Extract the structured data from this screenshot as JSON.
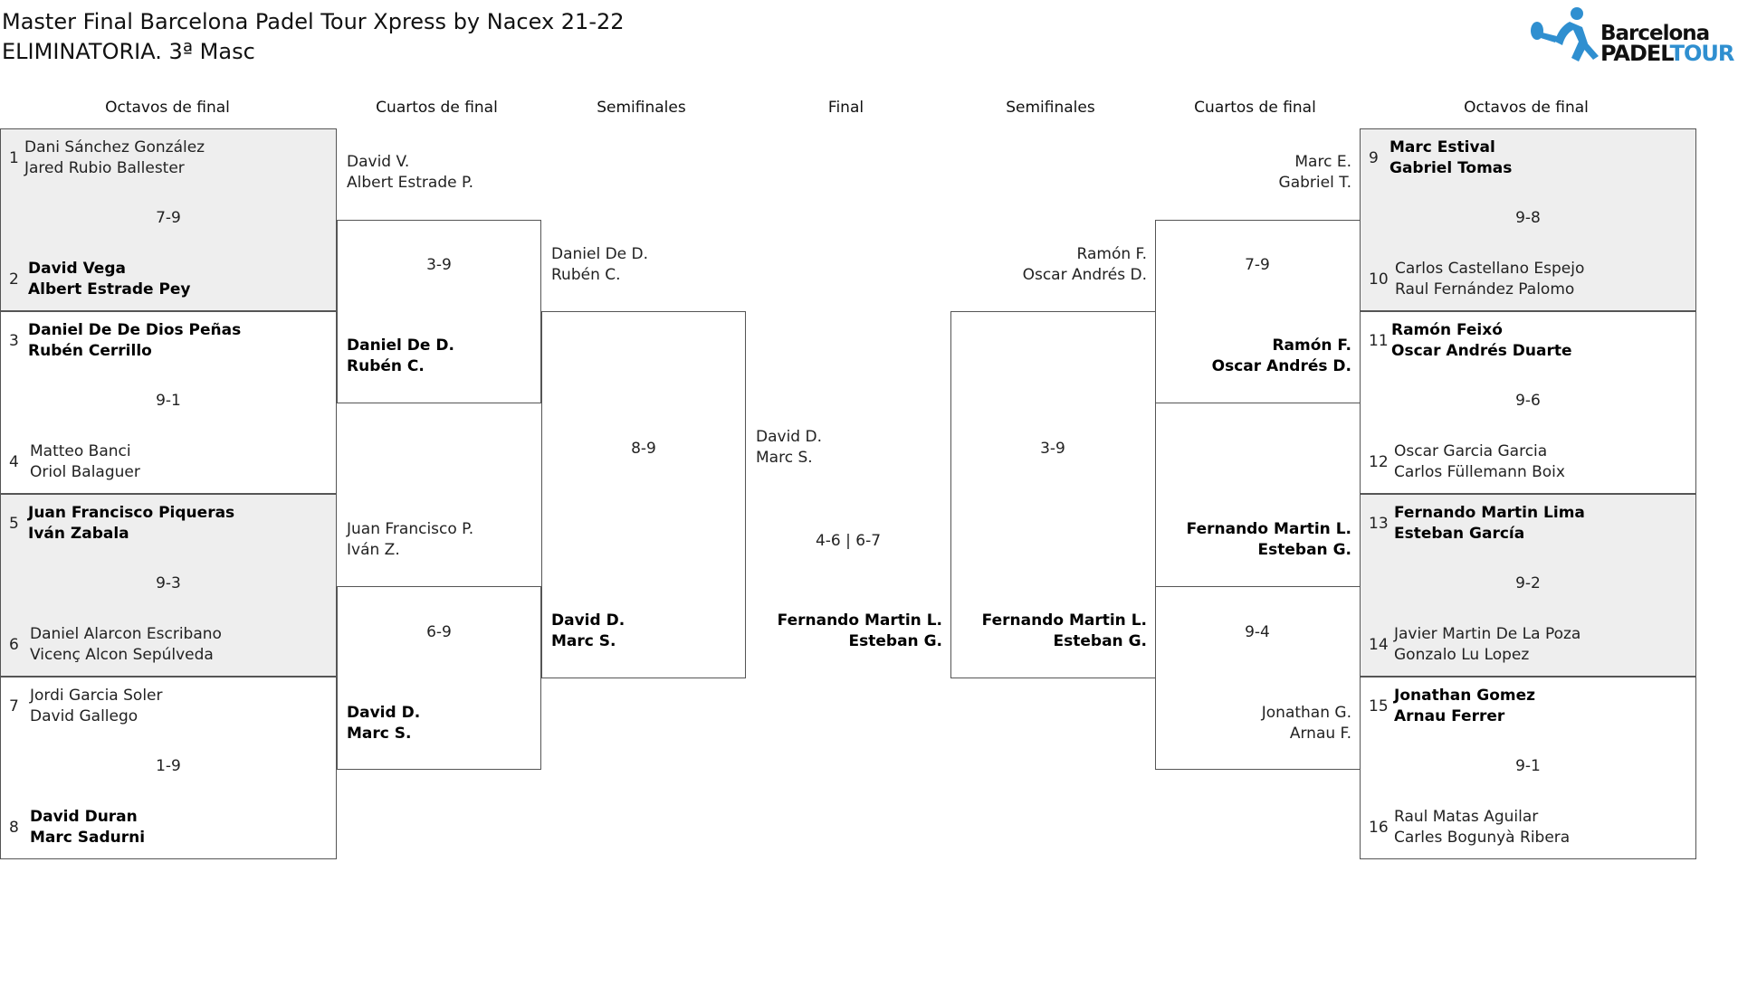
{
  "title_line1": "Master Final Barcelona Padel Tour Xpress by Nacex 21-22",
  "title_line2": "ELIMINATORIA. 3ª Masc",
  "logo": {
    "line1": "Barcelona",
    "line2a": "PADEL",
    "line2b": "TOUR",
    "icon": "padel-player-icon",
    "accent": "#2f8fd0"
  },
  "headers": {
    "left_octavos": "Octavos de final",
    "left_cuartos": "Cuartos de final",
    "left_semis": "Semifinales",
    "final": "Final",
    "right_semis": "Semifinales",
    "right_cuartos": "Cuartos de final",
    "right_octavos": "Octavos de final"
  },
  "left_octavos": [
    {
      "seed_a": "1",
      "a1": "Dani Sánchez González",
      "a2": "Jared Rubio Ballester",
      "score": "7-9",
      "seed_b": "2",
      "b1": "David Vega",
      "b2": "Albert Estrade Pey"
    },
    {
      "seed_a": "3",
      "a1": "Daniel De De Dios Peñas",
      "a2": "Rubén Cerrillo",
      "score": "9-1",
      "seed_b": "4",
      "b1": "Matteo Banci",
      "b2": "Oriol Balaguer"
    },
    {
      "seed_a": "5",
      "a1": "Juan Francisco Piqueras",
      "a2": "Iván Zabala",
      "score": "9-3",
      "seed_b": "6",
      "b1": "Daniel Alarcon Escribano",
      "b2": "Vicenç Alcon Sepúlveda"
    },
    {
      "seed_a": "7",
      "a1": "Jordi Garcia Soler",
      "a2": "David Gallego",
      "score": "1-9",
      "seed_b": "8",
      "b1": "David Duran",
      "b2": "Marc Sadurni"
    }
  ],
  "right_octavos": [
    {
      "seed_a": "9",
      "a1": "Marc Estival",
      "a2": "Gabriel Tomas",
      "score": "9-8",
      "seed_b": "10",
      "b1": "Carlos Castellano Espejo",
      "b2": "Raul Fernández Palomo"
    },
    {
      "seed_a": "11",
      "a1": "Ramón Feixó",
      "a2": "Oscar Andrés Duarte",
      "score": "9-6",
      "seed_b": "12",
      "b1": "Oscar Garcia Garcia",
      "b2": "Carlos Füllemann Boix"
    },
    {
      "seed_a": "13",
      "a1": "Fernando Martin Lima",
      "a2": "Esteban García",
      "score": "9-2",
      "seed_b": "14",
      "b1": "Javier Martin De La Poza",
      "b2": "Gonzalo Lu Lopez"
    },
    {
      "seed_a": "15",
      "a1": "Jonathan Gomez",
      "a2": "Arnau Ferrer",
      "score": "9-1",
      "seed_b": "16",
      "b1": "Raul Matas Aguilar",
      "b2": "Carles Bogunyà Ribera"
    }
  ],
  "left_cuartos": [
    {
      "a1": "David V.",
      "a2": "Albert Estrade P.",
      "score": "3-9",
      "b1": "Daniel De D.",
      "b2": "Rubén C."
    },
    {
      "a1": "Juan Francisco P.",
      "a2": "Iván Z.",
      "score": "6-9",
      "b1": "David D.",
      "b2": "Marc S."
    }
  ],
  "right_cuartos": [
    {
      "a1": "Marc E.",
      "a2": "Gabriel T.",
      "score": "7-9",
      "b1": "Ramón F.",
      "b2": "Oscar Andrés D."
    },
    {
      "a1": "Fernando Martin L.",
      "a2": "Esteban G.",
      "score": "9-4",
      "b1": "Jonathan G.",
      "b2": "Arnau F."
    }
  ],
  "left_semi": {
    "a1": "Daniel De D.",
    "a2": "Rubén C.",
    "score": "8-9",
    "b1": "David D.",
    "b2": "Marc S."
  },
  "right_semi": {
    "a1": "Ramón F.",
    "a2": "Oscar Andrés D.",
    "score": "3-9",
    "b1": "Fernando Martin L.",
    "b2": "Esteban G."
  },
  "final": {
    "a1": "David D.",
    "a2": "Marc S.",
    "score": "4-6 | 6-7",
    "b1": "Fernando Martin L.",
    "b2": "Esteban G."
  }
}
